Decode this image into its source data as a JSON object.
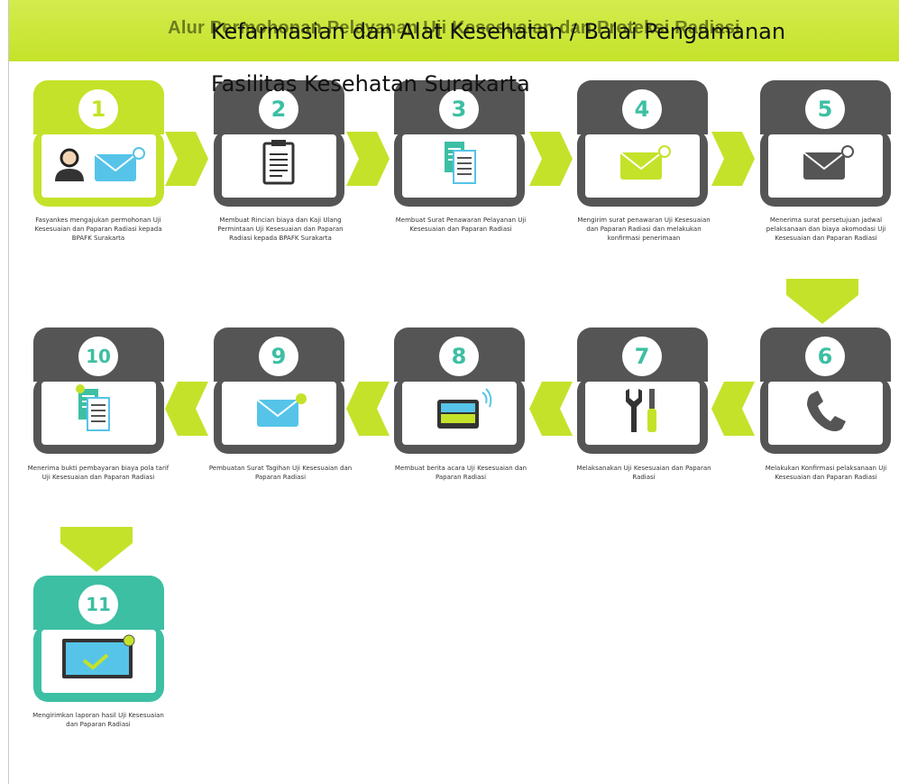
{
  "header": {
    "title": "Alur Permohonan Pelayanan Uji Kesesuaian dan Proteksi Radiasi",
    "overlay_line1": "Kefarmasian dan Alat Kesehatan / Balai Pengamanan",
    "overlay_line2": "Fasilitas Kesehatan Surakarta"
  },
  "colors": {
    "lime": "#c5e22a",
    "dark": "#555555",
    "teal": "#3dbfa3",
    "sky": "#56c4e8"
  },
  "steps": [
    {
      "number": "1",
      "icon": "user-envelope-icon",
      "caption": "Fasyankes mengajukan permohonan Uji Kesesuaian dan Paparan Radiasi kepada BPAFK Surakarta"
    },
    {
      "number": "2",
      "icon": "clipboard-icon",
      "caption": "Membuat Rincian biaya dan Kaji Ulang Permintaan Uji Kesesuaian dan Paparan Radiasi kepada BPAFK Surakarta"
    },
    {
      "number": "3",
      "icon": "documents-icon",
      "caption": "Membuat Surat Penawaran Pelayanan Uji Kesesuaian dan Paparan Radiasi"
    },
    {
      "number": "4",
      "icon": "envelope-icon",
      "caption": "Mengirim surat penawaran Uji Kesesuaian dan Paparan Radiasi dan melakukan konfirmasi penerimaan"
    },
    {
      "number": "5",
      "icon": "envelope-icon",
      "caption": "Menerima surat persetujuan jadwal pelaksanaan dan biaya akomodasi Uji Kesesuaian dan Paparan Radiasi"
    },
    {
      "number": "6",
      "icon": "phone-icon",
      "caption": "Melakukan Konfirmasi pelaksanaan Uji Kesesuaian dan Paparan Radiasi"
    },
    {
      "number": "7",
      "icon": "tools-icon",
      "caption": "Melaksanakan Uji Kesesuaian dan Paparan Radiasi"
    },
    {
      "number": "8",
      "icon": "tablet-icon",
      "caption": "Membuat berita acara Uji Kesesuaian dan Paparan Radiasi"
    },
    {
      "number": "9",
      "icon": "envelope-icon",
      "caption": "Pembuatan Surat Tagihan Uji Kesesuaian dan Paparan Radiasi"
    },
    {
      "number": "10",
      "icon": "documents-icon",
      "caption": "Menerima bukti pembayaran biaya pola tarif Uji Kesesuaian dan Paparan Radiasi"
    },
    {
      "number": "11",
      "icon": "monitor-check-icon",
      "caption": "Mengirimkan laporan hasil Uji Kesesuaian dan Paparan Radiasi"
    }
  ]
}
